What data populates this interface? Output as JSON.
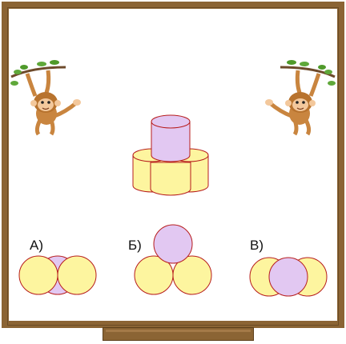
{
  "options": {
    "a": {
      "label": "А)"
    },
    "b": {
      "label": "Б)"
    },
    "c": {
      "label": "В)"
    }
  },
  "colors": {
    "frame": "#8b6434",
    "yellow": "#fdf59f",
    "purple": "#e2c8f2",
    "stroke": "#b71c1c"
  },
  "icons": [
    "monkey-left-icon",
    "monkey-right-icon"
  ]
}
